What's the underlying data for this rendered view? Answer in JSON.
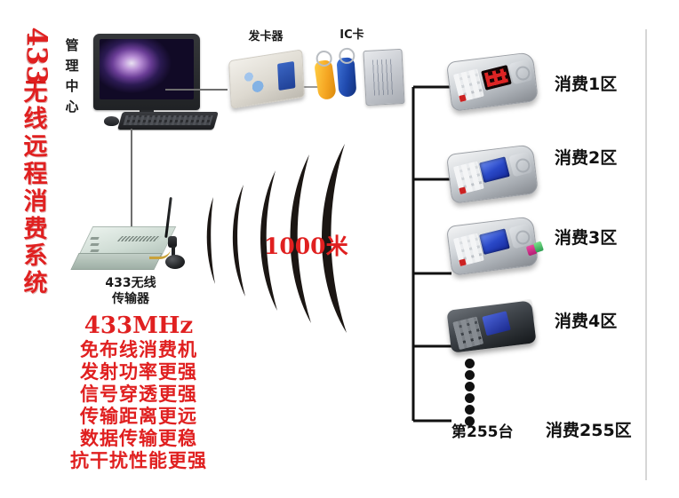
{
  "page": {
    "title_vertical": {
      "number": "433",
      "chars": [
        "无",
        "线",
        "远",
        "程",
        "消",
        "费",
        "系",
        "统"
      ],
      "full_text": "433无线远程消费系统",
      "color": "#e02020"
    }
  },
  "management_center": {
    "label_chars": [
      "管",
      "理",
      "中",
      "心"
    ],
    "label_full": "管理中心",
    "device_name": "all-in-one-computer"
  },
  "card_issuer": {
    "label": "发卡器"
  },
  "ic_card": {
    "label": "IC卡"
  },
  "transmitter": {
    "label_line1": "433无线",
    "label_line2": "传输器",
    "label_full": "433无线传输器"
  },
  "wireless": {
    "distance_label": "1000米",
    "distance_color": "#e02020",
    "arc_count": 5
  },
  "features": {
    "frequency": "433MHz",
    "items": [
      "免布线消费机",
      "发射功率更强",
      "信号穿透更强",
      "传输距离更远",
      "数据传输更稳",
      "抗干扰性能更强"
    ],
    "color": "#e02020"
  },
  "terminals": [
    {
      "zone_label": "消费1区",
      "display": "red-led",
      "style": "silver-pos"
    },
    {
      "zone_label": "消费2区",
      "display": "blue-lcd",
      "style": "silver-pos"
    },
    {
      "zone_label": "消费3区",
      "display": "blue-lcd",
      "style": "silver-pos-with-usb"
    },
    {
      "zone_label": "消费4区",
      "display": "blue-lcd",
      "style": "dark-pos-with-printer"
    }
  ],
  "last_terminal": {
    "unit_label": "第255台",
    "zone_label": "消费255区",
    "ellipsis_dots": 6
  }
}
